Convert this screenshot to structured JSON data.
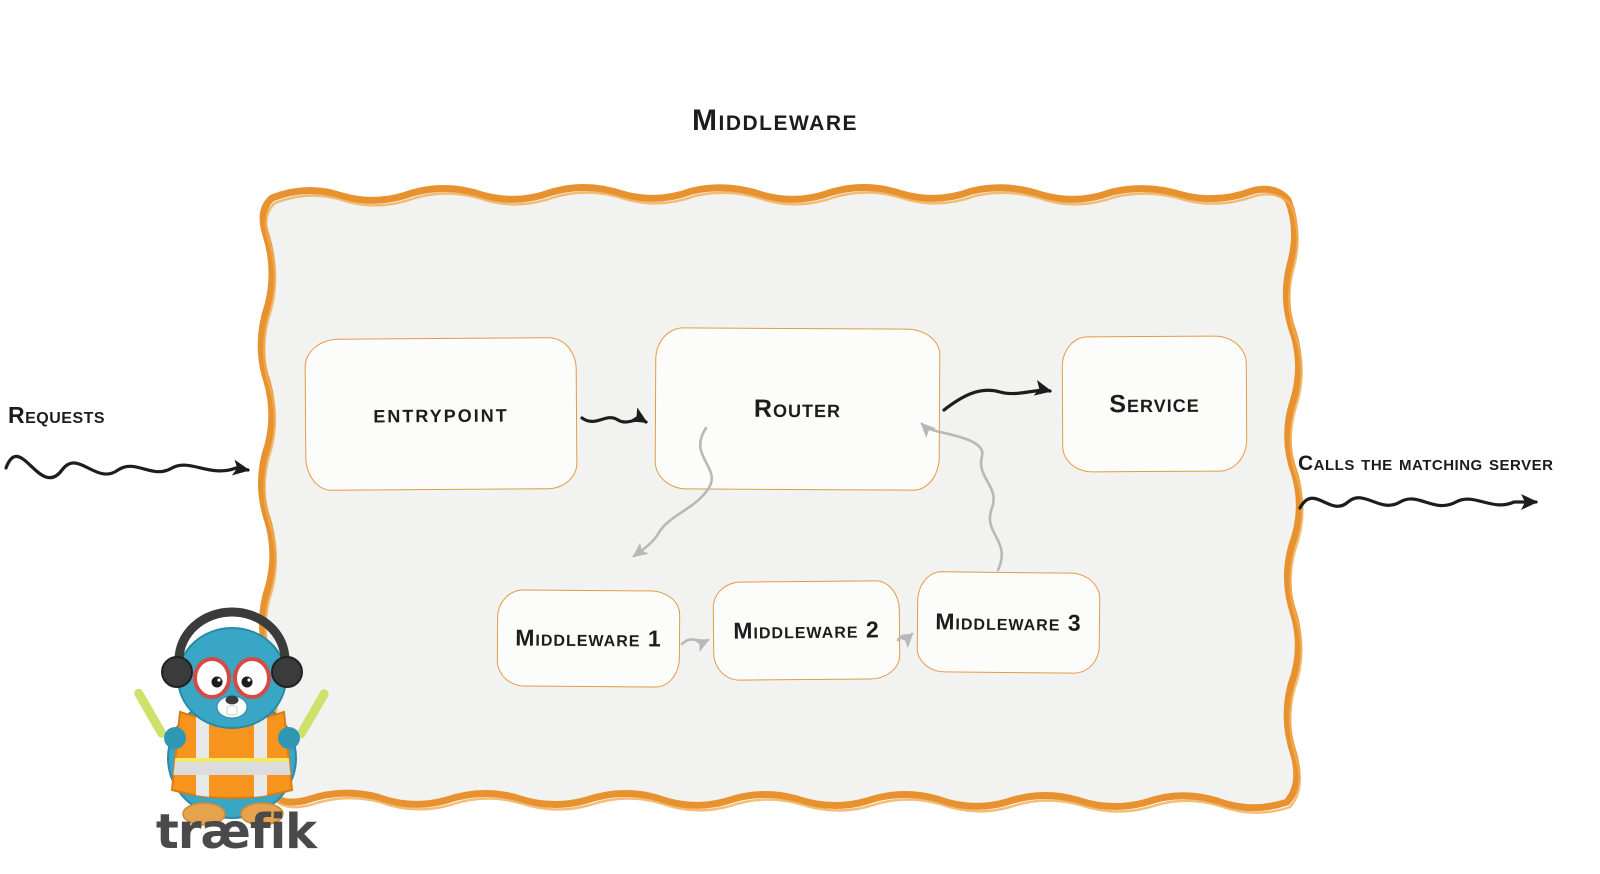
{
  "title": "Middleware",
  "nodes": {
    "entrypoint": {
      "label": "entrypoint"
    },
    "router": {
      "label": "Router"
    },
    "service": {
      "label": "Service"
    },
    "middleware1": {
      "label": "Middleware 1"
    },
    "middleware2": {
      "label": "Middleware 2"
    },
    "middleware3": {
      "label": "Middleware 3"
    }
  },
  "annotations": {
    "incoming": "Requests",
    "outgoing": "Calls the matching server"
  },
  "logo": {
    "wordmark": "træfik"
  },
  "edges": [
    {
      "from": "requests",
      "to": "entrypoint",
      "style": "black-sketch"
    },
    {
      "from": "entrypoint",
      "to": "router",
      "style": "black-sketch"
    },
    {
      "from": "router",
      "to": "service",
      "style": "black-sketch"
    },
    {
      "from": "service",
      "to": "outside",
      "style": "black-sketch"
    },
    {
      "from": "router",
      "to": "middleware1",
      "style": "gray-sketch"
    },
    {
      "from": "middleware1",
      "to": "middleware2",
      "style": "gray-sketch"
    },
    {
      "from": "middleware2",
      "to": "middleware3",
      "style": "gray-sketch"
    },
    {
      "from": "middleware3",
      "to": "router",
      "style": "gray-sketch"
    }
  ],
  "colors": {
    "accent_orange": "#e8922f",
    "box_border_orange": "#e59a45",
    "panel_fill": "#f2f2f1",
    "arrow_black": "#1d1d1d",
    "arrow_gray": "#b8b8b8",
    "mascot_blue": "#3aa6c6",
    "vest_orange": "#f6941d",
    "goggle_red": "#d34b42",
    "stick_green": "#cde26b",
    "logo_text": "#4a4a4a"
  }
}
